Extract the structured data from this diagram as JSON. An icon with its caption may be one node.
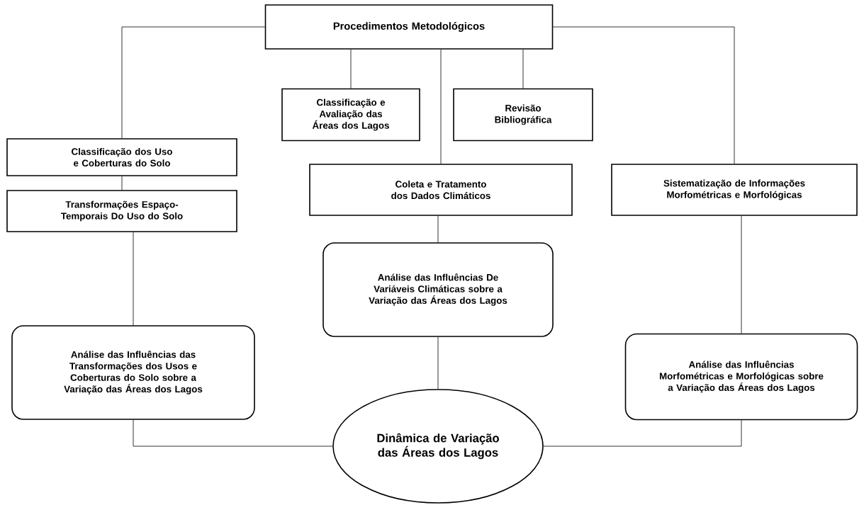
{
  "diagram": {
    "nodes": [
      {
        "text": [
          "Procedimentos Metodológicos"
        ]
      },
      {
        "text": [
          "Classificação e Avaliação das Áreas dos Lagos"
        ]
      },
      {
        "text": [
          "Revisão Bibliográfica"
        ]
      },
      {
        "text": [
          "Classificação dos Uso e Coberturas do Solo"
        ]
      },
      {
        "text": [
          "Transformações Espaço- Temporais Do Uso do Solo"
        ]
      },
      {
        "text": [
          "Coleta e Tratamento dos Dados Climáticos"
        ]
      },
      {
        "text": [
          "Sistematização de Informações Morfométricas e Morfológicas"
        ]
      },
      {
        "text": [
          "Análise das Influências De Variáveis Climáticas sobre a Variação das Áreas dos Lagos"
        ]
      },
      {
        "text": [
          "Análise das Influências das Transformações dos Usos e Coberturas do Solo sobre a Variação das Áreas dos Lagos"
        ]
      },
      {
        "text": [
          "Análise das Influências Morfométricas e Morfológicas sobre a Variação das Áreas dos Lagos"
        ]
      },
      {
        "text": [
          "Dinâmica de Variação das Áreas dos Lagos"
        ]
      }
    ],
    "edges": [
      {
        "from": 0,
        "to": 1,
        "arrow": "none"
      },
      {
        "from": 0,
        "to": 2,
        "arrow": "none"
      },
      {
        "from": 0,
        "to": 5,
        "arrow": "none"
      },
      {
        "from": 0,
        "to": 3,
        "arrow": "none"
      },
      {
        "from": 0,
        "to": 6,
        "arrow": "none"
      },
      {
        "from": 3,
        "to": 4,
        "arrow": "none"
      },
      {
        "from": 4,
        "to": 8,
        "arrow": "none"
      },
      {
        "from": 5,
        "to": 7,
        "arrow": "none"
      },
      {
        "from": 6,
        "to": 9,
        "arrow": "none"
      },
      {
        "from": 7,
        "to": 10,
        "arrow": "none"
      },
      {
        "from": 8,
        "to": 10,
        "arrow": "none"
      },
      {
        "from": 9,
        "to": 10,
        "arrow": "none"
      }
    ]
  }
}
